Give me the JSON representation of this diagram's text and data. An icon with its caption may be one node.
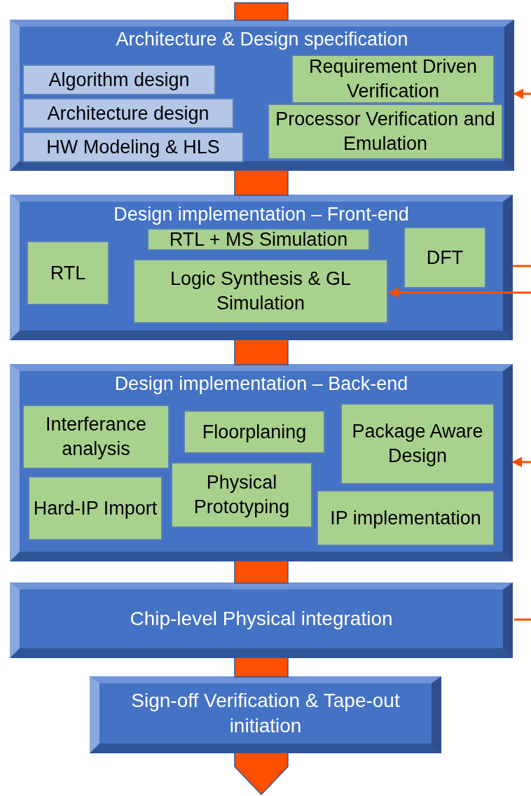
{
  "diagram": {
    "nodes": [
      {
        "text": [
          "Architecture & Design specification"
        ]
      },
      {
        "text": [
          "Algorithm design"
        ],
        "in": 0
      },
      {
        "text": [
          "Architecture design"
        ],
        "in": 0
      },
      {
        "text": [
          "HW Modeling & HLS"
        ],
        "in": 0
      },
      {
        "text": [
          "Requirement Driven Verification"
        ],
        "in": 0
      },
      {
        "text": [
          "Processor Verification and Emulation"
        ],
        "in": 0
      },
      {
        "text": [
          "Design implementation – Front-end"
        ]
      },
      {
        "text": [
          "RTL"
        ],
        "in": 6
      },
      {
        "text": [
          "RTL + MS Simulation"
        ],
        "in": 6
      },
      {
        "text": [
          "Logic Synthesis & GL Simulation"
        ],
        "in": 6
      },
      {
        "text": [
          "DFT"
        ],
        "in": 6
      },
      {
        "text": [
          "Design implementation – Back-end"
        ]
      },
      {
        "text": [
          "Interferance analysis"
        ],
        "in": 11
      },
      {
        "text": [
          "Floorplaning"
        ],
        "in": 11
      },
      {
        "text": [
          "Package Aware Design"
        ],
        "in": 11
      },
      {
        "text": [
          "Hard-IP Import"
        ],
        "in": 11
      },
      {
        "text": [
          "Physical Prototyping"
        ],
        "in": 11
      },
      {
        "text": [
          "IP implementation"
        ],
        "in": 11
      },
      {
        "text": [
          "Chip-level Physical integration"
        ]
      },
      {
        "text": [
          "Sign-off Verification & Tape-out initiation"
        ]
      }
    ],
    "edges": [
      {
        "from": null,
        "to": 0,
        "arrow": "none",
        "style": "thick"
      },
      {
        "from": 0,
        "to": 6,
        "arrow": "none",
        "style": "thick"
      },
      {
        "from": 6,
        "to": 11,
        "arrow": "none",
        "style": "thick"
      },
      {
        "from": 11,
        "to": 18,
        "arrow": "none",
        "style": "thick"
      },
      {
        "from": 18,
        "to": 19,
        "arrow": "none",
        "style": "thick"
      },
      {
        "from": 19,
        "to": null,
        "arrow": "to",
        "style": "thick"
      },
      {
        "from": null,
        "to": 0,
        "arrow": "to"
      },
      {
        "from": null,
        "to": 6,
        "arrow": "none"
      },
      {
        "from": null,
        "to": 9,
        "arrow": "to"
      },
      {
        "from": null,
        "to": 11,
        "arrow": "to"
      },
      {
        "from": null,
        "to": 18,
        "arrow": "none"
      }
    ]
  }
}
